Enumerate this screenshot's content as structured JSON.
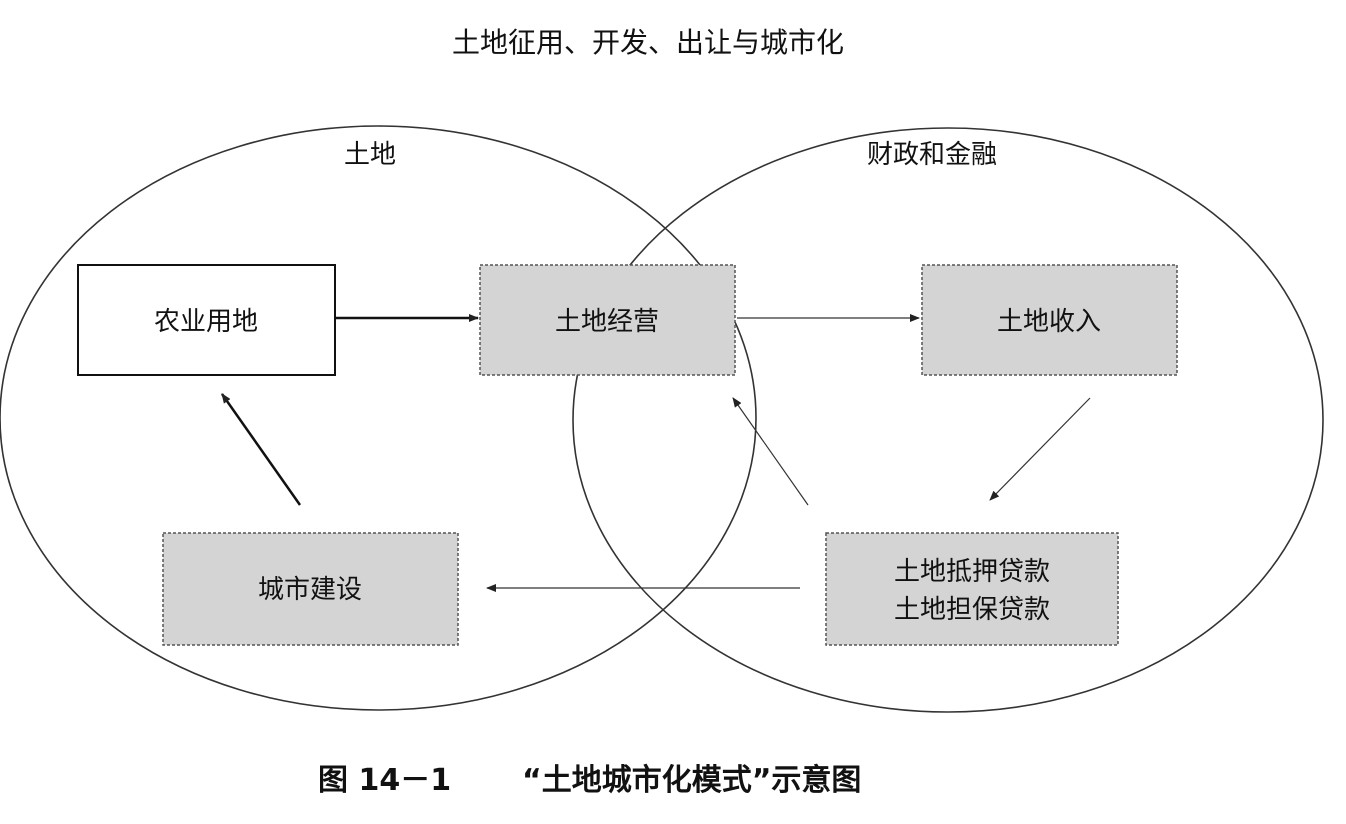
{
  "title": "土地征用、开发、出让与城市化",
  "circles": {
    "left_label": "土地",
    "right_label": "财政和金融"
  },
  "boxes": {
    "agri_land": "农业用地",
    "land_operation": "土地经营",
    "land_revenue": "土地收入",
    "loan_line1": "土地抵押贷款",
    "loan_line2": "土地担保贷款",
    "urban_construction": "城市建设"
  },
  "caption": {
    "figure_number": "图 14－1",
    "text": "“土地城市化模式”示意图"
  },
  "colors": {
    "box_fill_gray": "#d4d4d4",
    "line": "#222222"
  }
}
